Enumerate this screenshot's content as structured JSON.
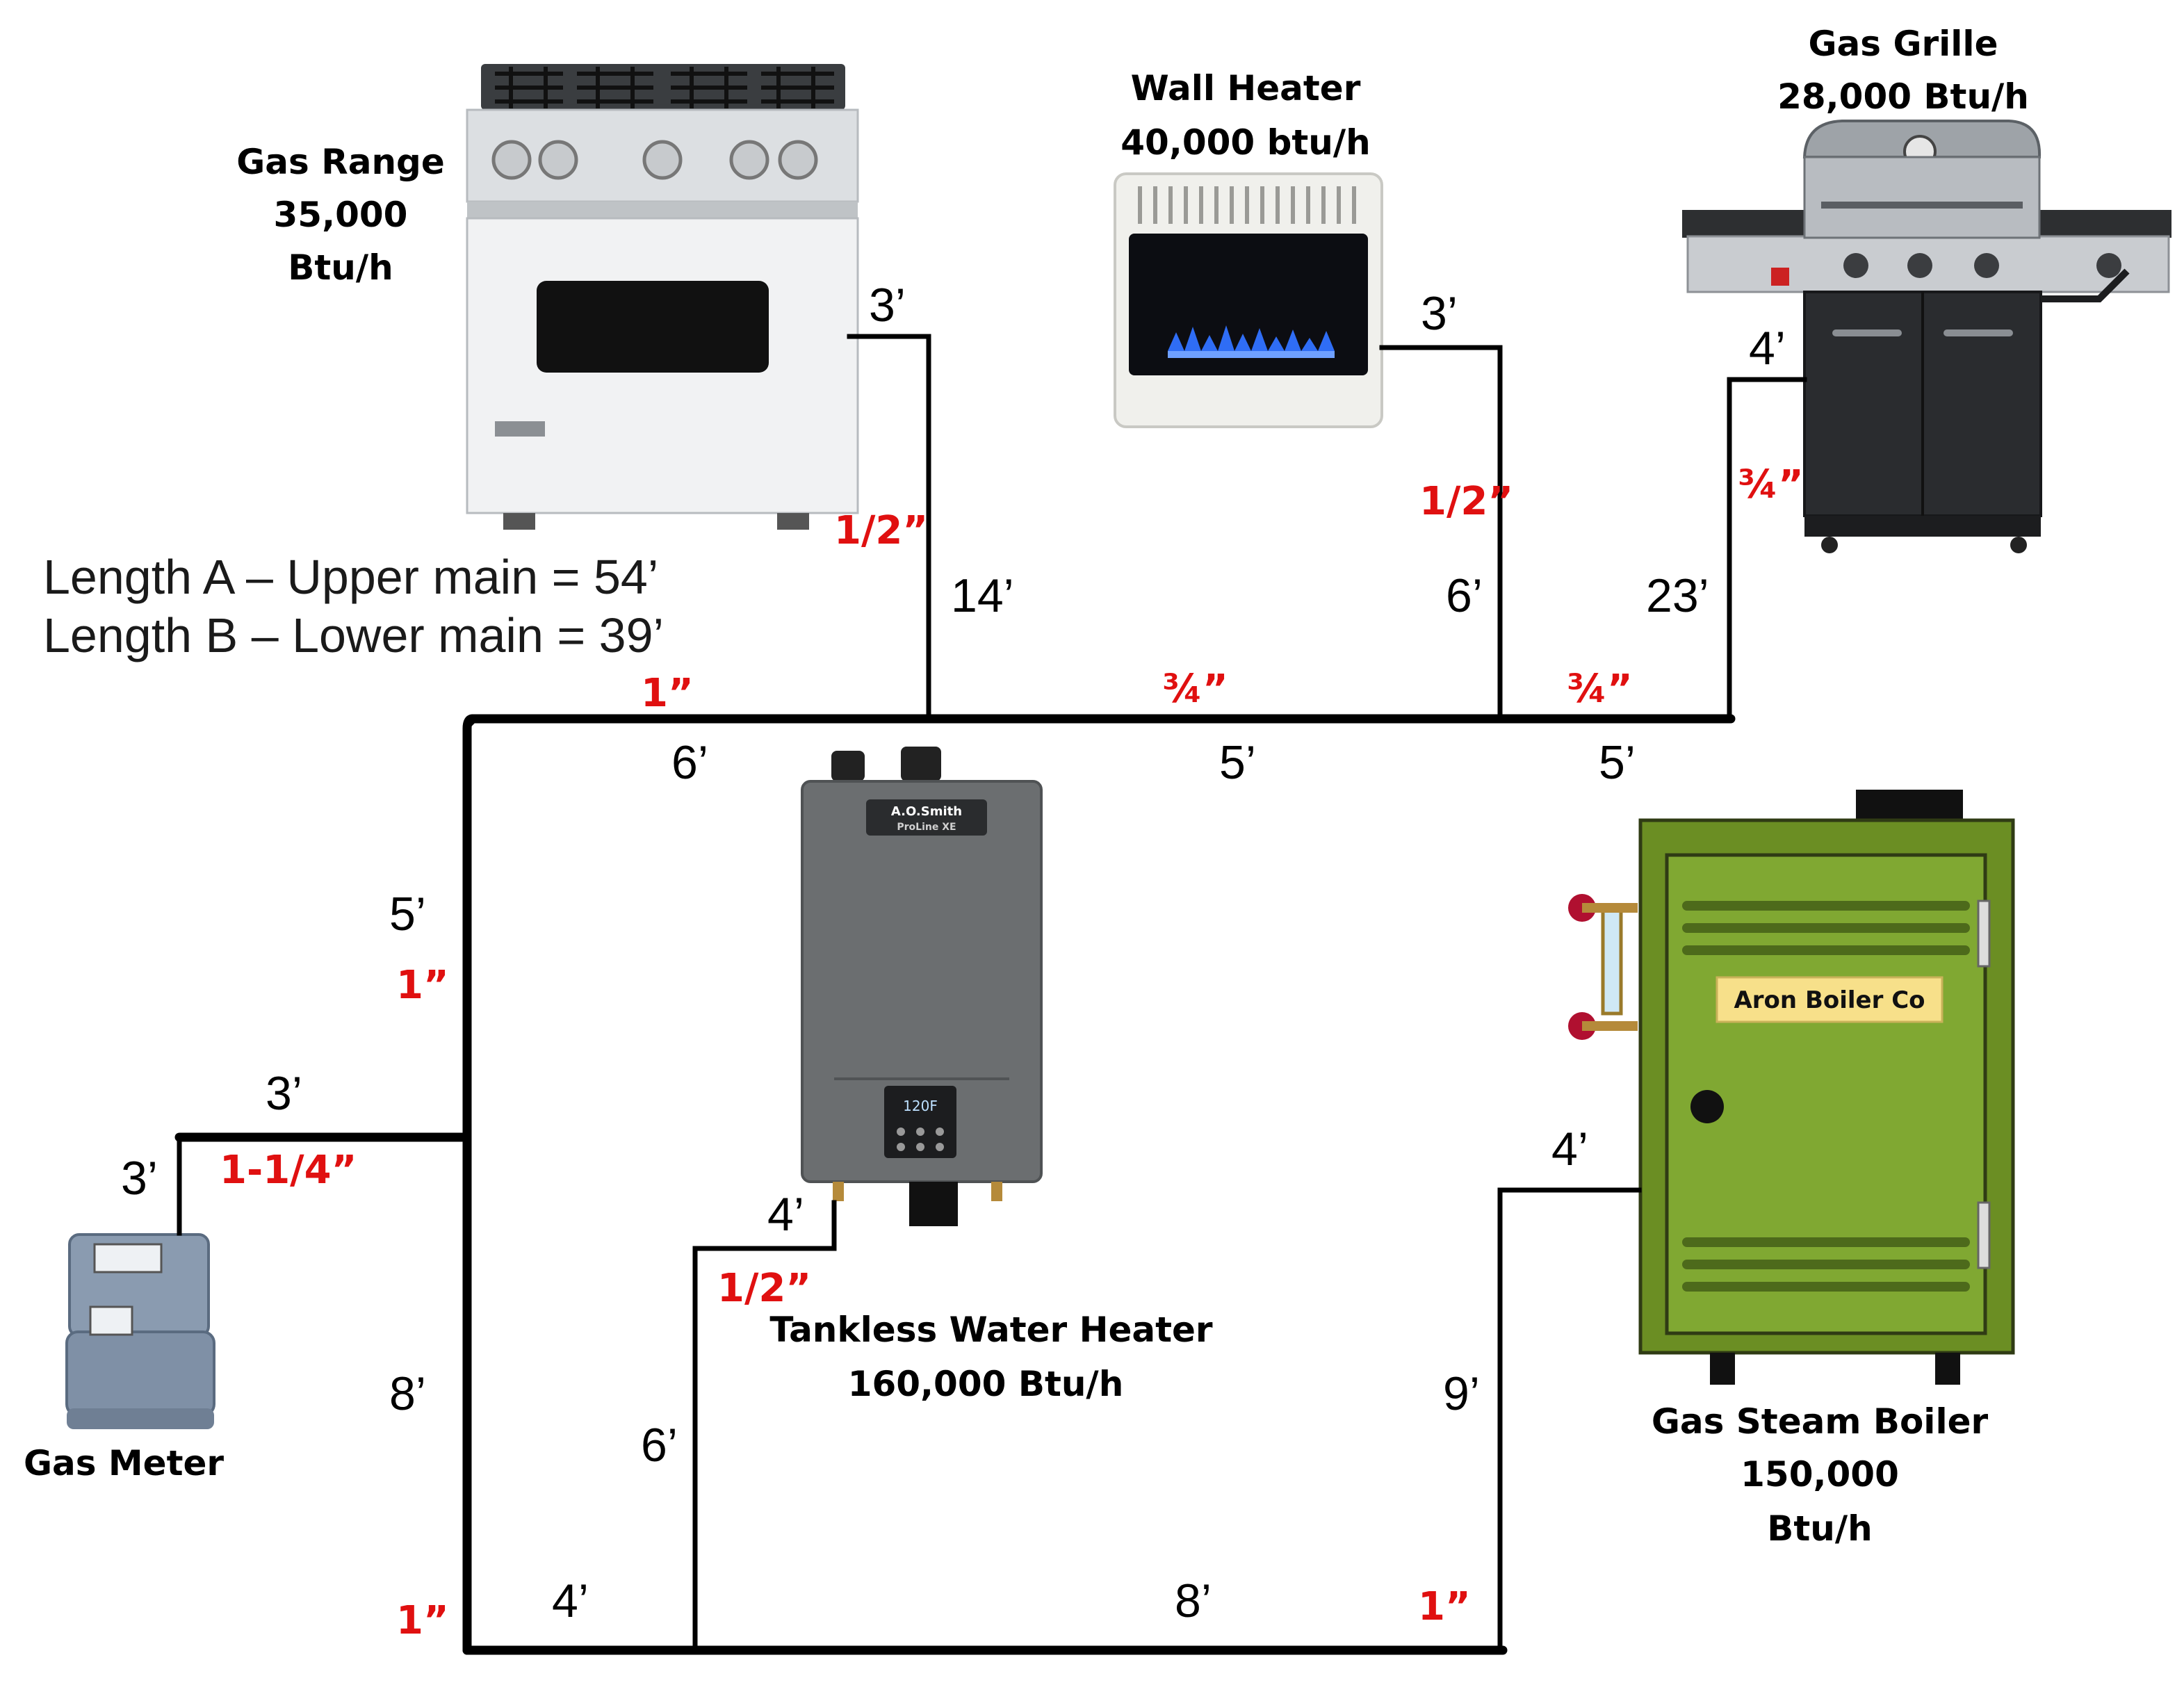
{
  "notes": {
    "length_a": "Length A – Upper main = 54’",
    "length_b": "Length B – Lower main = 39’"
  },
  "appliances": {
    "gas_range": {
      "lines": [
        "Gas Range",
        "35,000",
        "Btu/h"
      ]
    },
    "wall_heater": {
      "lines": [
        "Wall Heater",
        "40,000 btu/h"
      ]
    },
    "gas_grille": {
      "lines": [
        "Gas Grille",
        "28,000 Btu/h"
      ]
    },
    "tankless_water_heater": {
      "lines": [
        "Tankless Water Heater",
        "160,000 Btu/h"
      ],
      "display": "120F",
      "brand": "A.O.Smith",
      "model": "ProLine XE"
    },
    "gas_steam_boiler": {
      "lines": [
        "Gas Steam Boiler",
        "150,000",
        "Btu/h"
      ],
      "nameplate": "Aron Boiler Co"
    },
    "gas_meter": {
      "lines": [
        "Gas Meter"
      ]
    }
  },
  "lengths": {
    "range_top": "3’",
    "range_riser": "14’",
    "heater_top": "3’",
    "heater_riser": "6’",
    "grille_top": "4’",
    "grille_riser": "23’",
    "upper_seg1": "6’",
    "upper_seg2": "5’",
    "upper_seg3": "5’",
    "left_upper": "5’",
    "meter_horizontal": "3’",
    "meter_riser": "3’",
    "left_lower": "8’",
    "lower_seg1": "4’",
    "lower_seg2": "8’",
    "whtr_top": "4’",
    "whtr_riser": "6’",
    "boiler_top": "4’",
    "boiler_riser": "9’"
  },
  "sizes": {
    "range_branch": "1/2”",
    "heater_branch": "1/2”",
    "grille_branch": "¾”",
    "upper_main_1": "1”",
    "upper_main_2": "¾”",
    "upper_main_3": "¾”",
    "left_upper": "1”",
    "meter_line": "1-1/4”",
    "whtr_branch": "1/2”",
    "left_lower": "1”",
    "lower_right": "1”"
  },
  "colors": {
    "pipe": "#000000",
    "pipe_size_label": "#e01010",
    "boiler_green": "#5e8a2a",
    "nameplate": "#f7e08a",
    "heater_gray": "#6b6e70"
  }
}
